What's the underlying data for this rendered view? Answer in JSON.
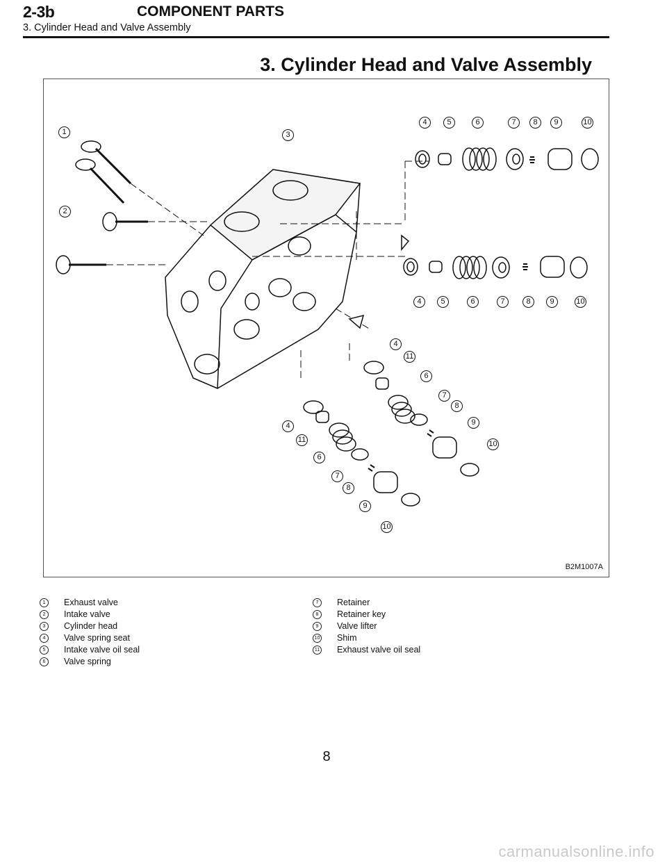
{
  "header": {
    "section": "2-3b",
    "chapter": "COMPONENT PARTS",
    "subtitle": "3. Cylinder Head and Valve Assembly"
  },
  "title": "3. Cylinder Head and Valve Assembly",
  "figure": {
    "code": "B2M1007A",
    "callouts": [
      "1",
      "3",
      "4",
      "5",
      "6",
      "7",
      "8",
      "9",
      "10",
      "2",
      "4",
      "5",
      "6",
      "7",
      "8",
      "9",
      "10",
      "4",
      "11",
      "6",
      "7",
      "8",
      "9",
      "10",
      "4",
      "11",
      "6",
      "7",
      "8",
      "9",
      "10"
    ]
  },
  "legend": [
    {
      "num": "1",
      "label": "Exhaust valve"
    },
    {
      "num": "2",
      "label": "Intake valve"
    },
    {
      "num": "3",
      "label": "Cylinder head"
    },
    {
      "num": "4",
      "label": "Valve spring seat"
    },
    {
      "num": "5",
      "label": "Intake valve oil seal"
    },
    {
      "num": "6",
      "label": "Valve spring"
    },
    {
      "num": "7",
      "label": "Retainer"
    },
    {
      "num": "8",
      "label": "Retainer key"
    },
    {
      "num": "9",
      "label": "Valve lifter"
    },
    {
      "num": "10",
      "label": "Shim"
    },
    {
      "num": "11",
      "label": "Exhaust valve oil seal"
    }
  ],
  "page_number": "8",
  "watermark": "carmanualsonline.info"
}
